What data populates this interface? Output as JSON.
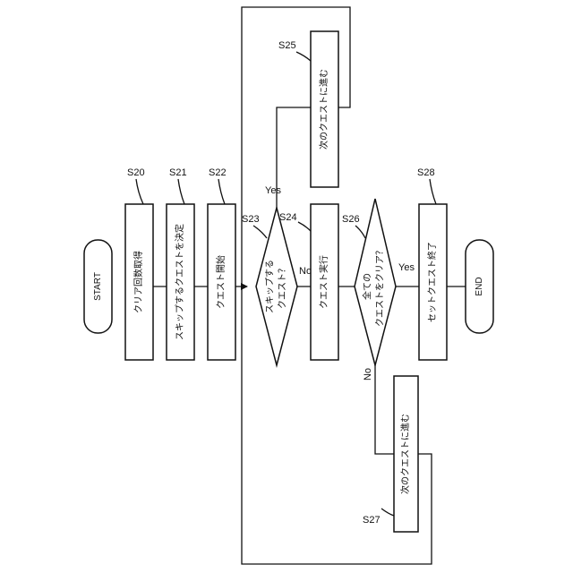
{
  "terminals": {
    "start": "START",
    "end": "END"
  },
  "steps": {
    "s20": {
      "id": "S20",
      "text": "クリア回数取得"
    },
    "s21": {
      "id": "S21",
      "text": "スキップするクエストを決定"
    },
    "s22": {
      "id": "S22",
      "text": "クエスト開始"
    },
    "s23": {
      "id": "S23",
      "line1": "スキップする",
      "line2": "クエスト？"
    },
    "s24": {
      "id": "S24",
      "text": "クエスト実行"
    },
    "s25": {
      "id": "S25",
      "text": "次のクエストに進む"
    },
    "s26": {
      "id": "S26",
      "line1": "全ての",
      "line2": "クエストをクリア？"
    },
    "s27": {
      "id": "S27",
      "text": "次のクエストに進む"
    },
    "s28": {
      "id": "S28",
      "text": "セットクエスト終了"
    }
  },
  "branches": {
    "s23_yes": "Yes",
    "s23_no": "No",
    "s26_yes": "Yes",
    "s26_no": "No"
  }
}
